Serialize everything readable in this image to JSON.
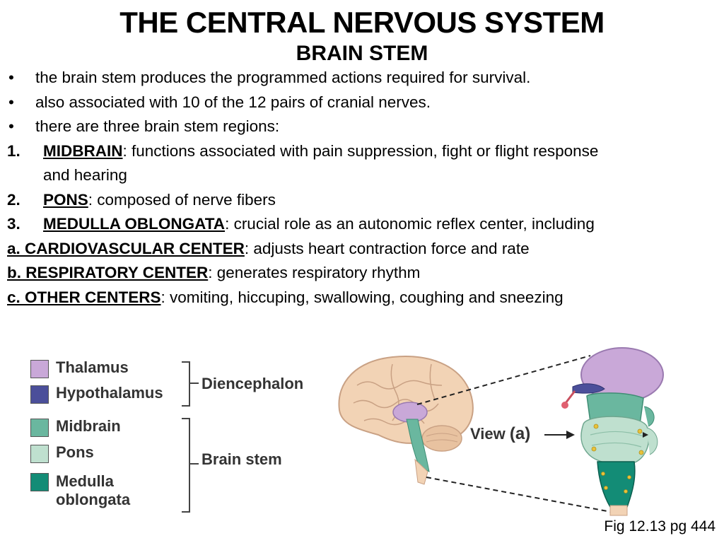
{
  "title": "THE CENTRAL NERVOUS SYSTEM",
  "subtitle": "BRAIN STEM",
  "bullets": [
    "the brain stem produces the programmed actions required for survival.",
    "also associated with 10 of the 12 pairs of cranial nerves.",
    "there are three brain stem regions:"
  ],
  "numbered": [
    {
      "num": "1.",
      "term": "MIDBRAIN",
      "text": ": functions associated with pain suppression, fight or flight response",
      "cont": "and hearing"
    },
    {
      "num": "2.",
      "term": "PONS",
      "text": ": composed of nerve fibers"
    },
    {
      "num": "3.",
      "term": "MEDULLA OBLONGATA",
      "text": ": crucial role as an autonomic reflex center, including"
    }
  ],
  "lettered": [
    {
      "term": "a. CARDIOVASCULAR CENTER",
      "text": ": adjusts heart contraction force and rate"
    },
    {
      "term": "b. RESPIRATORY CENTER",
      "text": ": generates respiratory rhythm"
    },
    {
      "term": "c. OTHER CENTERS",
      "text": ": vomiting, hiccuping, swallowing, coughing and sneezing"
    }
  ],
  "figure": {
    "legend": [
      {
        "label": "Thalamus",
        "color": "#c9a8d8"
      },
      {
        "label": "Hypothalamus",
        "color": "#4b4f9a"
      },
      {
        "label": "Midbrain",
        "color": "#6ab79f"
      },
      {
        "label": "Pons",
        "color": "#bfe0cf"
      },
      {
        "label": "Medulla oblongata",
        "line1": "Medulla",
        "line2": "oblongata",
        "color": "#138c76"
      }
    ],
    "groups": [
      "Diencephalon",
      "Brain stem"
    ],
    "view_label_text": "View ",
    "view_label_bold": "(a)",
    "caption": "Fig 12.13 pg 444"
  }
}
